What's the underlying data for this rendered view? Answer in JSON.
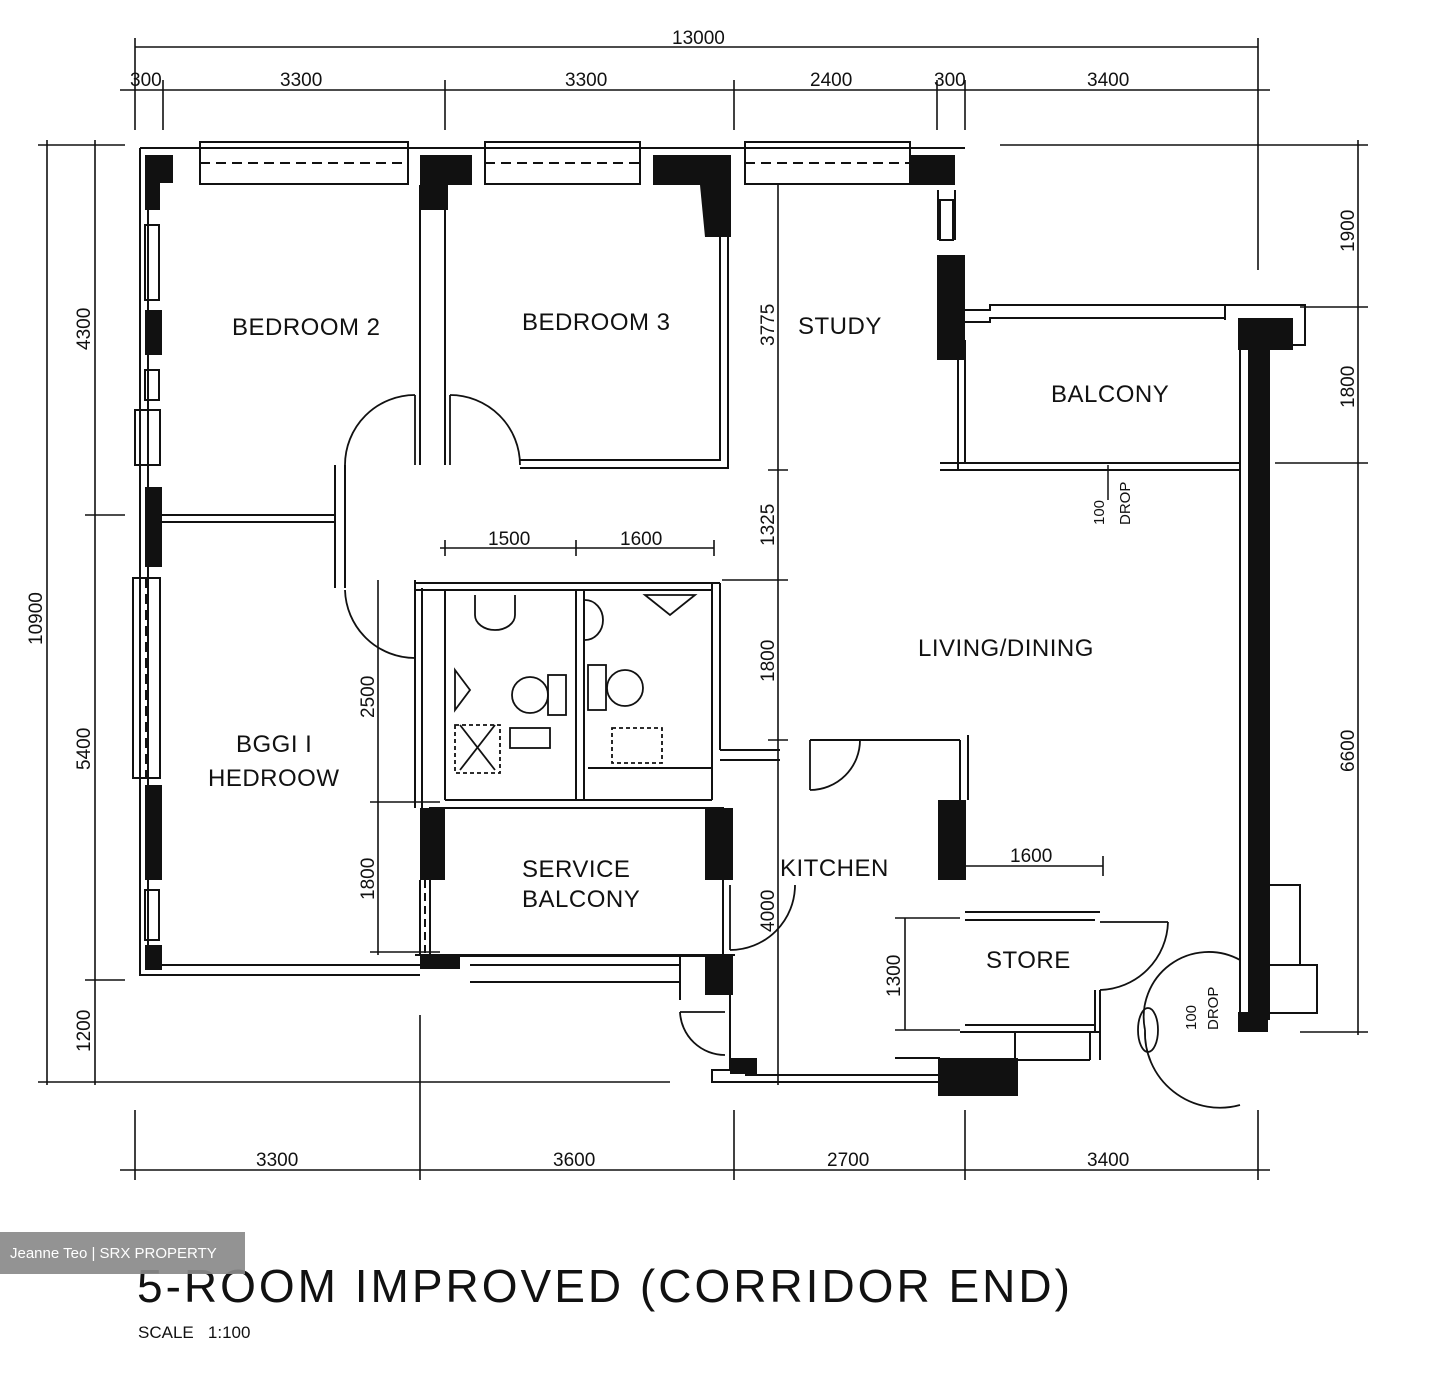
{
  "rooms": {
    "bedroom2": "BEDROOM 2",
    "bedroom3": "BEDROOM 3",
    "study": "STUDY",
    "balcony": "BALCONY",
    "living_dining": "LIVING/DINING",
    "master_bedroom_line1": "BGGI I",
    "master_bedroom_line2": "HEDROOW",
    "service_balcony_line1": "SERVICE",
    "service_balcony_line2": "BALCONY",
    "kitchen": "KITCHEN",
    "store": "STORE"
  },
  "drops": {
    "balcony_drop_value": "100",
    "balcony_drop_label": "DROP",
    "store_drop_value": "100",
    "store_drop_label": "DROP"
  },
  "dimensions": {
    "overall_width": "13000",
    "top": [
      "300",
      "3300",
      "3300",
      "2400",
      "300",
      "3400"
    ],
    "bottom": [
      "3300",
      "3600",
      "2700",
      "3400"
    ],
    "left_overall": "10900",
    "left": [
      "4300",
      "5400",
      "1200"
    ],
    "right": [
      "1900",
      "1800",
      "6600"
    ],
    "inner_bath": [
      "1500",
      "1600"
    ],
    "inner_vertical": [
      "3775",
      "1325",
      "1800",
      "4000"
    ],
    "inner_left": [
      "2500",
      "1800"
    ],
    "store_width": "1600",
    "store_height": "1300"
  },
  "title": "5-ROOM IMPROVED (CORRIDOR END)",
  "scale": "SCALE   1:100",
  "watermark": "Jeanne Teo | SRX PROPERTY"
}
